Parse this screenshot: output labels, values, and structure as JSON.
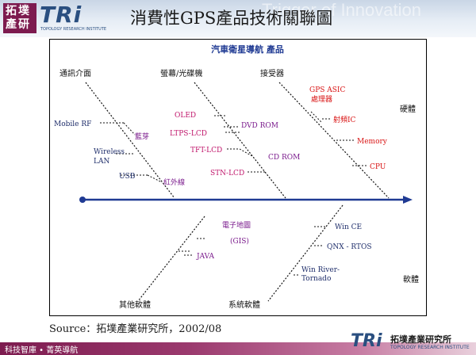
{
  "header": {
    "slogan": "Trigger of Innovation",
    "logo_cn": "拓墣產研",
    "logo_tri": "TRi",
    "logo_sub": "TOPOLOGY RESEARCH INSTITUTE",
    "title": "消費性GPS產品技術關聯圖"
  },
  "diagram": {
    "heading": "汽車衛星導航 產品",
    "branch_top_labels": {
      "comm": "通訊介面",
      "display": "螢幕/光碟機",
      "receiver": "接受器"
    },
    "branch_bottom_labels": {
      "other_sw": "其他軟體",
      "system_sw": "系統軟體"
    },
    "side_labels": {
      "hardware": "硬體",
      "software": "軟體"
    },
    "comm_items": {
      "mobile_rf": "Mobile RF",
      "bluetooth": "藍芽",
      "wireless_1": "Wireless",
      "wireless_2": "LAN",
      "usb": "USB",
      "infrared": "紅外線"
    },
    "display_items": {
      "oled": "OLED",
      "ltps": "LTPS-LCD",
      "tft": "TFT-LCD",
      "stn": "STN-LCD",
      "dvd": "DVD ROM",
      "cd": "CD ROM"
    },
    "receiver_items": {
      "gps_asic_1": "GPS ASIC",
      "gps_asic_2": "處理器",
      "rf_ic": "射頻IC",
      "memory": "Memory",
      "cpu": "CPU"
    },
    "other_sw_items": {
      "emap_1": "電子地圖",
      "emap_2": "(GIS)",
      "java": "JAVA"
    },
    "system_sw_items": {
      "wince": "Win CE",
      "qnx": "QNX - RTOS",
      "wind_1": "Win River-",
      "wind_2": "Tornado"
    }
  },
  "source": "Source：拓墣產業研究所，2002/08",
  "footer": {
    "tagline": "科技智庫 • 菁英導航",
    "logo_tri": "TRi",
    "logo_cn": "拓墣產業研究所",
    "logo_en": "TOPOLOGY RESEARCH INSTITUTE"
  },
  "colors": {
    "spine": "#1f3a93",
    "heading": "#1f3a93",
    "red": "#d91414",
    "magenta": "#c0166b",
    "purple": "#7a1a8c",
    "navy": "#1f2e6b",
    "dark": "#111111"
  }
}
